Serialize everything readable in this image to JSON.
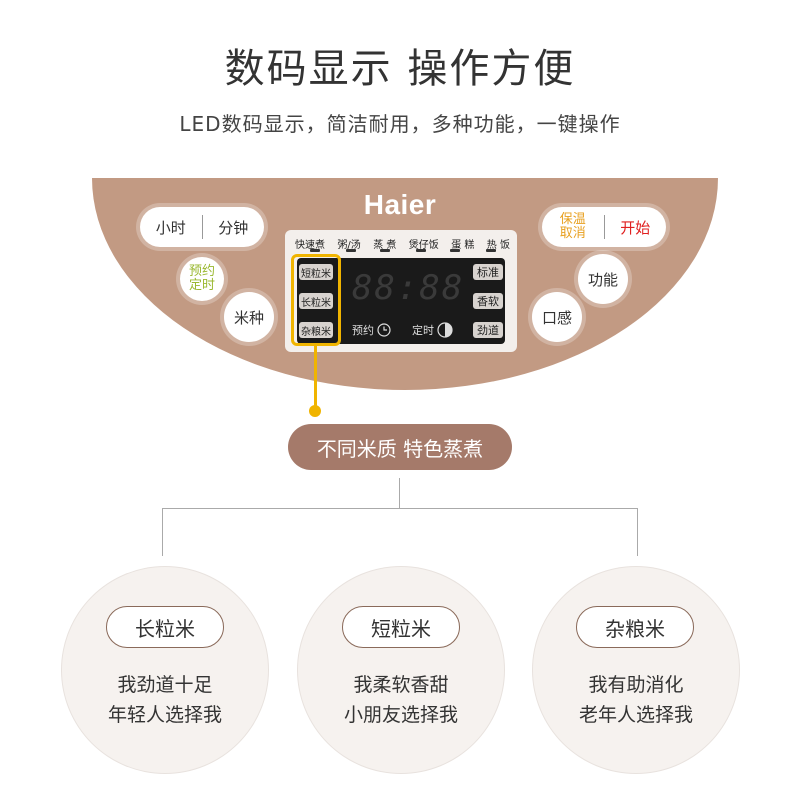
{
  "header": {
    "title": "数码显示 操作方便",
    "subtitle": "LED数码显示，简洁耐用，多种功能，一键操作"
  },
  "panel": {
    "brand": "Haier",
    "hour_label": "小时",
    "minute_label": "分钟",
    "keep_warm_line1": "保温",
    "keep_warm_line2": "取消",
    "start_label": "开始",
    "preset_line1": "预约",
    "preset_line2": "定时",
    "rice_type_label": "米种",
    "function_label": "功能",
    "texture_label": "口感",
    "modes": [
      "快速煮",
      "粥/汤",
      "蒸 煮",
      "煲仔饭",
      "蛋 糕",
      "热 饭"
    ],
    "digits": "88:88",
    "left_tags": [
      "短粒米",
      "长粒米",
      "杂粮米"
    ],
    "right_tags": [
      "标准",
      "香软",
      "劲道"
    ],
    "preset_clock_label": "预约",
    "timer_clock_label": "定时",
    "colors": {
      "panel": "#c29a83",
      "highlight": "#f0b400",
      "orange": "#e8a020",
      "red": "#e02020",
      "green": "#9ab830"
    }
  },
  "banner": {
    "label": "不同米质 特色蒸煮"
  },
  "rice_types": [
    {
      "name": "长粒米",
      "line1": "我劲道十足",
      "line2": "年轻人选择我"
    },
    {
      "name": "短粒米",
      "line1": "我柔软香甜",
      "line2": "小朋友选择我"
    },
    {
      "name": "杂粮米",
      "line1": "我有助消化",
      "line2": "老年人选择我"
    }
  ]
}
